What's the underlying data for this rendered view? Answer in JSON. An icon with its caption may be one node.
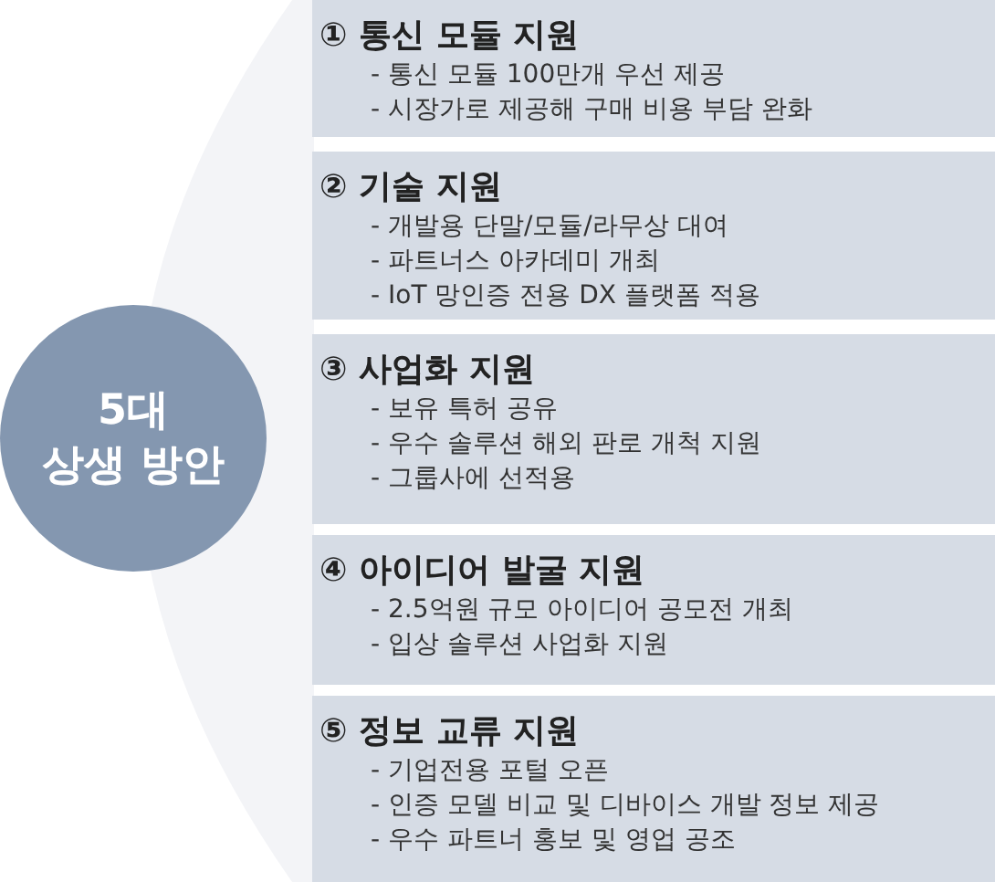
{
  "diagram": {
    "nodes": [
      {
        "text": [
          "5대 상생 방안"
        ]
      },
      {
        "text": [
          "① 통신 모듈 지원",
          "- 통신 모듈 100만개 우선 제공",
          "- 시장가로 제공해 구매 비용 부담 완화"
        ]
      },
      {
        "text": [
          "② 기술 지원",
          "- 개발용 단말/모듈/라무상 대여",
          "- 파트너스 아카데미 개최",
          "- IoT 망인증 전용 DX 플랫폼 적용"
        ]
      },
      {
        "text": [
          "③ 사업화 지원",
          "- 보유 특허 공유",
          "- 우수 솔루션 해외 판로 개척 지원",
          "- 그룹사에 선적용"
        ]
      },
      {
        "text": [
          "④ 아이디어 발굴 지원",
          "- 2.5억원 규모 아이디어 공모전 개최",
          "- 입상 솔루션 사업화 지원"
        ]
      },
      {
        "text": [
          "⑤ 정보 교류 지원",
          "- 기업전용 포털 오픈",
          "- 인증 모델 비교 및 디바이스 개발 정보 제공",
          "- 우수 파트너 홍보 및 영업 공조"
        ]
      }
    ]
  }
}
